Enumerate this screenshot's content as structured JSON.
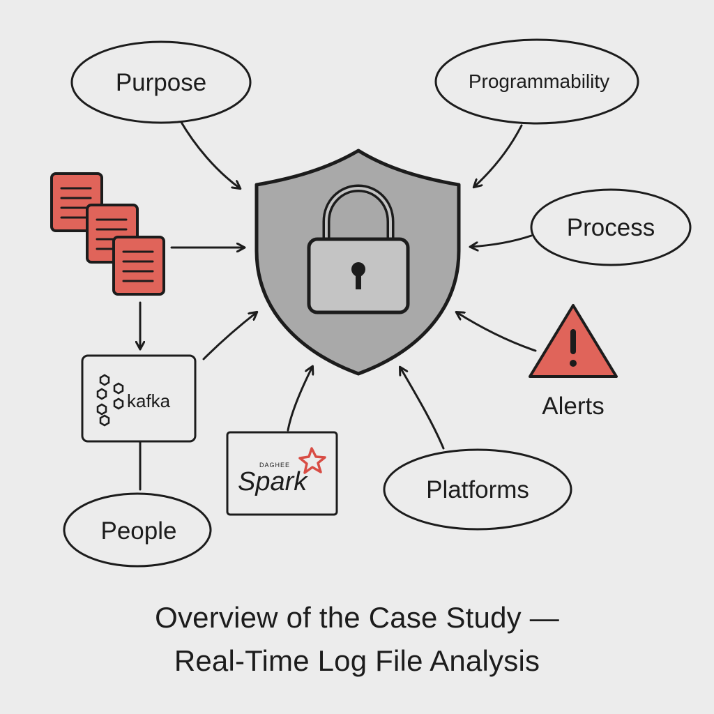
{
  "nodes": {
    "purpose": "Purpose",
    "programmability": "Programmability",
    "process": "Process",
    "alerts": "Alerts",
    "platforms": "Platforms",
    "people": "People",
    "kafka": "kafka",
    "spark": "Spark",
    "spark_small": "DAGHEE"
  },
  "caption": {
    "line1": "Overview of the Case Study —",
    "line2": "Real-Time Log File Analysis"
  },
  "colors": {
    "accent_red": "#e0645a",
    "shield_gray": "#a9a9a9",
    "lock_gray": "#c4c4c4",
    "stroke": "#1c1c1c",
    "background": "#ececec"
  },
  "icons": [
    "shield-lock-icon",
    "log-files-icon",
    "warning-triangle-icon",
    "kafka-logo-icon",
    "spark-star-icon"
  ]
}
